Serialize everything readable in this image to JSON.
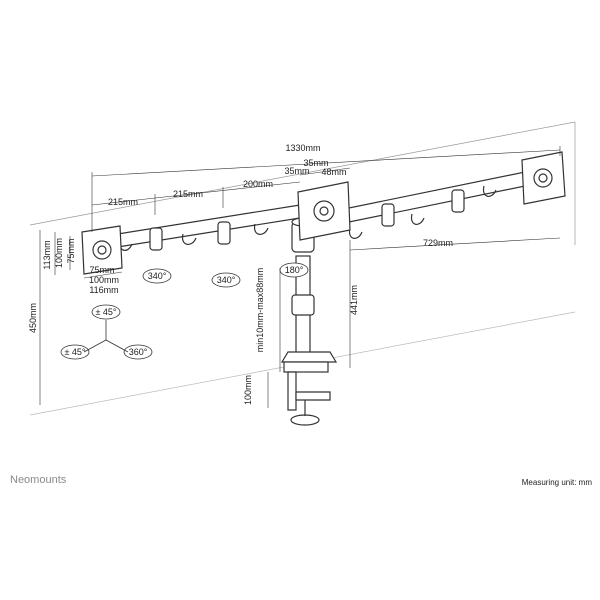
{
  "brand": "Neomounts",
  "measuring_unit": "Measuring unit: mm",
  "dimensions": {
    "total_width": "1330mm",
    "arm_1": "215mm",
    "arm_2": "215mm",
    "arm_3": "200mm",
    "center_35a": "35mm",
    "center_35b": "35mm",
    "center_48": "48mm",
    "right_reach": "729mm",
    "vesa_113": "113mm",
    "vesa_100v": "100mm",
    "vesa_75v": "75mm",
    "vesa_75h": "75mm",
    "vesa_100h": "100mm",
    "vesa_116h": "116mm",
    "total_height": "450mm",
    "pole_height": "441mm",
    "height_range": "min10mm-max88mm",
    "clamp": "100mm"
  },
  "rotations": {
    "r340a": "340°",
    "r340b": "340°",
    "r180": "180°",
    "tilt": "± 45°",
    "swivel": "± 45°",
    "rotate": "360°"
  },
  "colors": {
    "line": "#333333",
    "brand": "#8a8a8a"
  }
}
